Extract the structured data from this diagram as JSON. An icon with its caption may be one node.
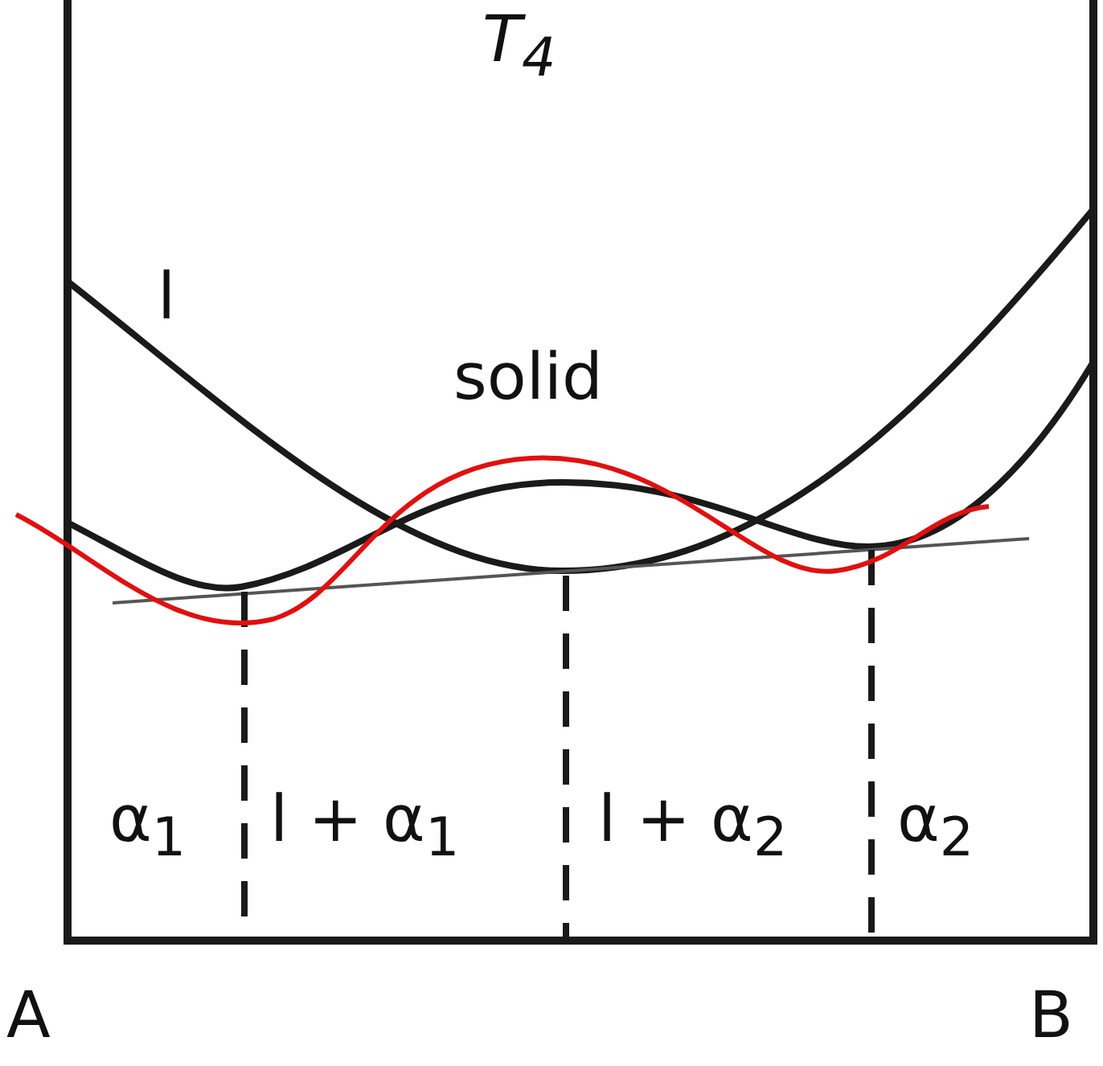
{
  "diagram": {
    "labels": [
      "T$_{4}$",
      "l",
      "solid",
      "α$_{1}$",
      "l + α$_{1}$",
      "l + α$_{2}$",
      "α$_{2}$",
      "A",
      "B"
    ]
  }
}
